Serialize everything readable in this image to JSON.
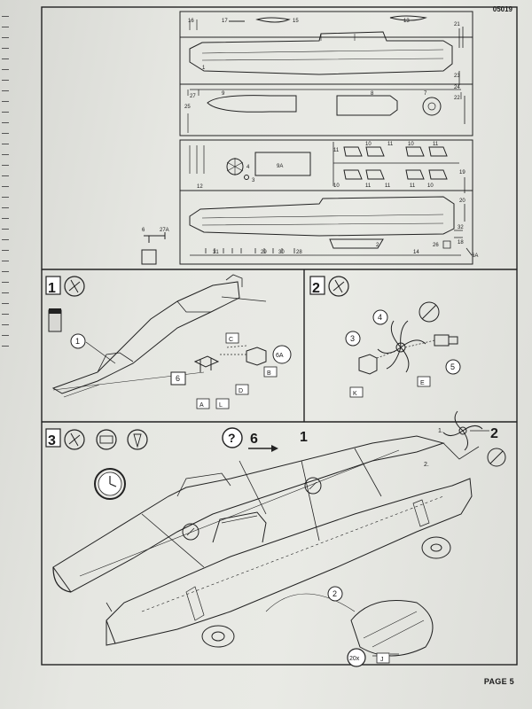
{
  "document": {
    "number": "05019",
    "page_label": "PAGE 5"
  },
  "sprue_a": {
    "parts": [
      "16",
      "17",
      "15",
      "13",
      "21",
      "1",
      "23",
      "24",
      "9",
      "8",
      "7",
      "27",
      "25",
      "22"
    ]
  },
  "sprue_b": {
    "parts": [
      "11",
      "10",
      "11",
      "10",
      "11",
      "12",
      "9A",
      "4",
      "3",
      "10",
      "11",
      "11",
      "10",
      "11",
      "19",
      "20",
      "31",
      "29",
      "30",
      "28",
      "2",
      "14",
      "26",
      "32",
      "18",
      "6A"
    ]
  },
  "loose_parts": {
    "labels": [
      "6",
      "27A"
    ]
  },
  "steps": [
    {
      "number": "1",
      "part_callouts": [
        "1",
        "6",
        "6A"
      ],
      "sprue_tags": [
        "C",
        "B",
        "D",
        "A",
        "L"
      ]
    },
    {
      "number": "2",
      "part_callouts": [
        "4",
        "3",
        "5"
      ],
      "sprue_tags": [
        "K",
        "E"
      ]
    },
    {
      "number": "3",
      "arrow_label": "6",
      "part_callouts": [
        "1",
        "2",
        "2"
      ],
      "sub_steps": [
        "1.",
        "2."
      ],
      "sprue_tags": [
        "J"
      ],
      "multiplier": "20x"
    }
  ]
}
